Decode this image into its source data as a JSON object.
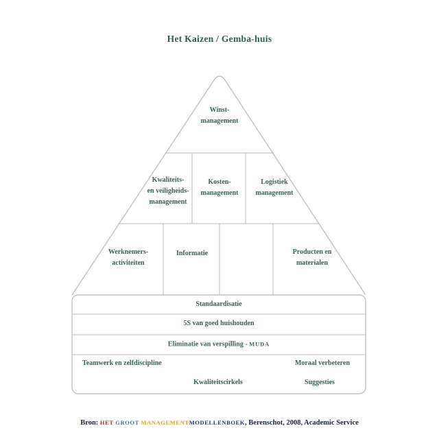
{
  "title": "Het Kaizen / Gemba-huis",
  "colors": {
    "text_green": "#3a6051",
    "title_green": "#2f5c4c",
    "line_gray": "#b8b8b8",
    "footer_text": "#1a2335",
    "footer_red": "#b5312d",
    "footer_blue": "#41719c",
    "footer_gold": "#d9a526",
    "footer_navy": "#203864"
  },
  "pyramid": {
    "apex": {
      "label": "Winst-\nmanagement"
    },
    "level2": [
      {
        "label": "Kwaliteits-\nen veiligheids-\nmanagement"
      },
      {
        "label": "Kosten-\nmanagement"
      },
      {
        "label": "Logistiek\nmanagement"
      }
    ],
    "level3": [
      {
        "label": "Werknemers-\nactiviteiten"
      },
      {
        "label": "Informatie"
      },
      {
        "label": ""
      },
      {
        "label": "Producten en\nmaterialen"
      }
    ]
  },
  "base": {
    "rows": [
      {
        "label": "Standaardisatie"
      },
      {
        "label": "5S van goed huishouden"
      },
      {
        "label_prefix": "Eliminatie van verspilling - ",
        "label_muda": "MUDA"
      }
    ],
    "bottom": {
      "teamwerk": "Teamwerk en zelfdiscipline",
      "moraal": "Moraal verbeteren",
      "kwaliteitscirkels": "Kwaliteitscirkels",
      "suggesties": "Suggesties"
    }
  },
  "footer": {
    "prefix": "Bron: ",
    "book": [
      {
        "text": "HET "
      },
      {
        "text": "GROOT "
      },
      {
        "text": "MANAGEMENT"
      },
      {
        "text": "MODELLENBOEK"
      }
    ],
    "suffix": ", Berenschot, 2008, Academic Service"
  }
}
